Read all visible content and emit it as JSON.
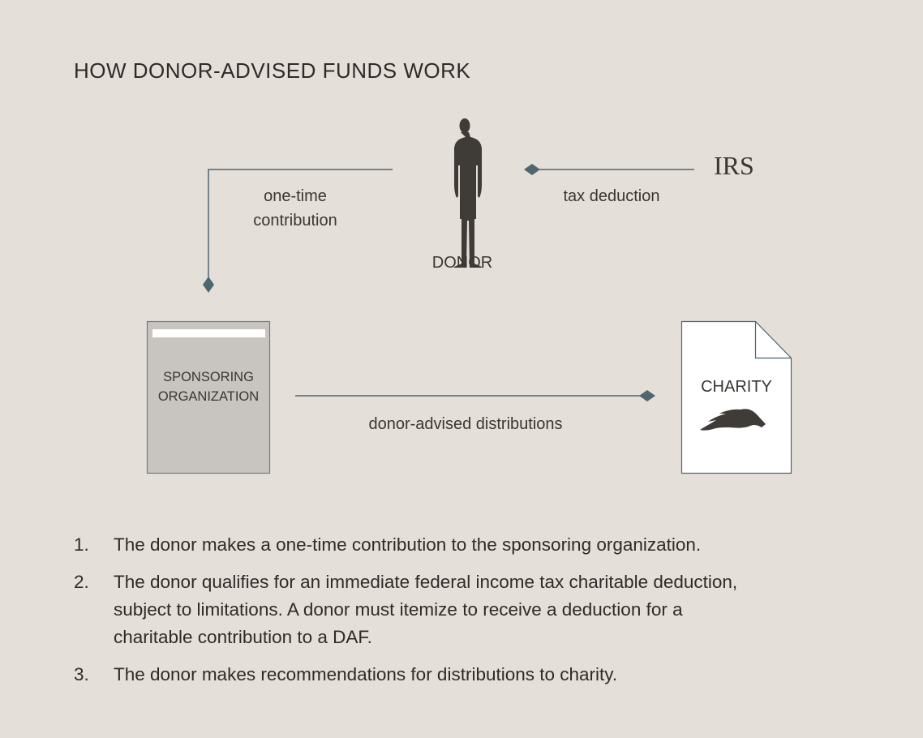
{
  "title": "HOW DONOR-ADVISED FUNDS WORK",
  "diagram": {
    "donor": "DONOR",
    "irs": "IRS",
    "contribution_line1": "one-time",
    "contribution_line2": "contribution",
    "tax_deduction": "tax deduction",
    "sponsor_line1": "SPONSORING",
    "sponsor_line2": "ORGANIZATION",
    "distributions": "donor-advised distributions",
    "charity": "CHARITY"
  },
  "steps": [
    {
      "num": "1.",
      "text": "The donor makes a one-time contribution to the sponsoring organization."
    },
    {
      "num": "2.",
      "text": "The donor qualifies for an immediate federal income tax charitable deduction, subject to limitations. A donor must itemize to receive a deduction for a charitable contribution to a DAF."
    },
    {
      "num": "3.",
      "text": "The donor makes recommendations for distributions to charity."
    }
  ],
  "colors": {
    "background": "#e5dfd9",
    "connector": "#4e6670",
    "text": "#3a3632",
    "sponsor_fill": "#c8c4c0"
  }
}
